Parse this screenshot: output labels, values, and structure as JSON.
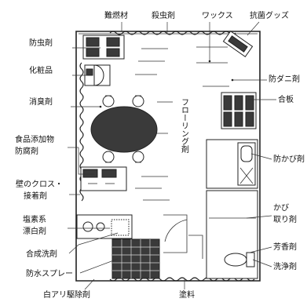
{
  "labels": {
    "flame_retardant": "難燃材",
    "insecticide": "殺虫剤",
    "wax": "ワックス",
    "antibacterial_goods": "抗菌グッズ",
    "insect_repellent": "防虫剤",
    "cosmetics": "化粧品",
    "mite_repellent": "防ダニ剤",
    "deodorant": "消臭剤",
    "plywood": "合板",
    "flooring_agent": "フローリング剤",
    "food_additive_line1": "食品添加物",
    "food_additive_line2": "防腐剤",
    "mold_prevention": "防かび剤",
    "wall_cloth_line1": "壁のクロス・",
    "wall_cloth_line2": "接着剤",
    "mold_remover_line1": "かび",
    "mold_remover_line2": "取り剤",
    "chlorine_bleach_line1": "塩素系",
    "chlorine_bleach_line2": "漂白剤",
    "synthetic_detergent": "合成洗剤",
    "fragrance": "芳香剤",
    "waterproof_spray": "防水スプレー",
    "cleaning_agent": "洗浄剤",
    "ant_repellent": "白アリ駆除剤",
    "paint": "塗料"
  },
  "colors": {
    "line": "#222222",
    "text": "#111111",
    "dark_fill": "#3a3a3a"
  }
}
